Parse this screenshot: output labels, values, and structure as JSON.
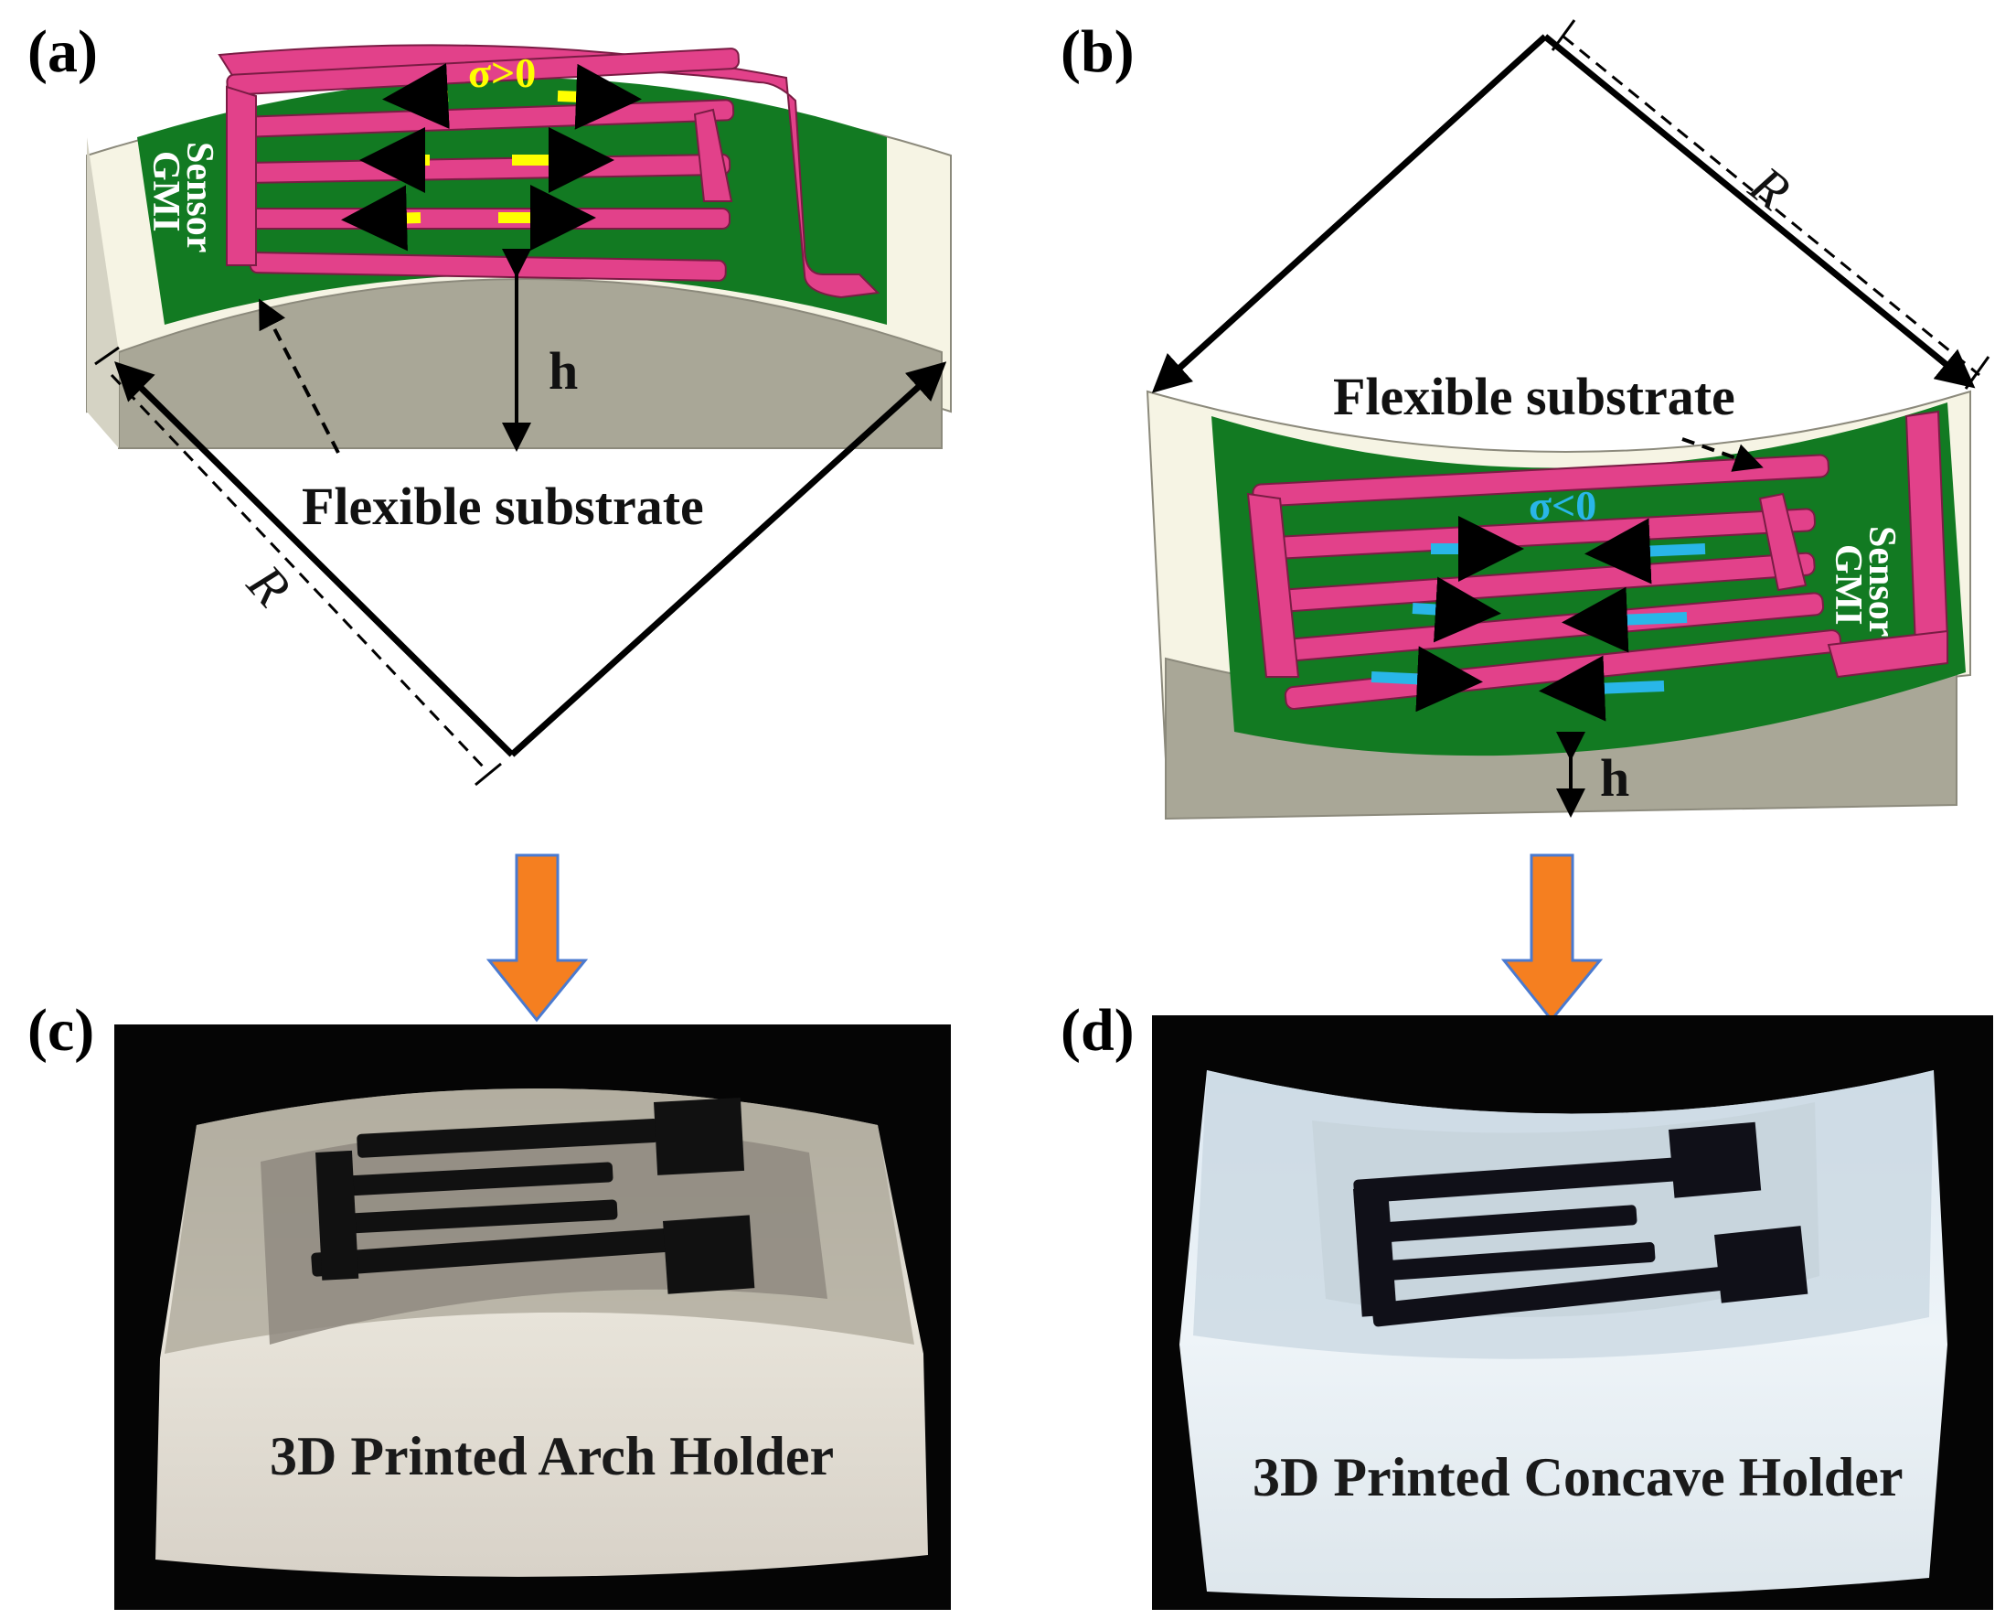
{
  "panels": {
    "a": {
      "label": "(a)",
      "stress": "σ>0",
      "sensor_line1": "GMI",
      "sensor_line2": "Sensor",
      "height_symbol": "h",
      "radius_symbol": "R",
      "substrate_label": "Flexible substrate",
      "stress_color": "#ffff00"
    },
    "b": {
      "label": "(b)",
      "stress": "σ<0",
      "sensor_line1": "GMI",
      "sensor_line2": "Sensor",
      "height_symbol": "h",
      "radius_symbol": "R",
      "substrate_label": "Flexible substrate",
      "stress_color": "#29b6e8"
    },
    "c": {
      "label": "(c)",
      "caption": "3D Printed Arch Holder"
    },
    "d": {
      "label": "(d)",
      "caption": "3D Printed Concave Holder"
    }
  },
  "colors": {
    "substrate_green": "#127a22",
    "gmi_pink": "#e2418a",
    "holder_gray": "#a9a797",
    "holder_light": "#f6f4e4",
    "down_arrow_orange": "#f57f20",
    "down_arrow_outline": "#4a7ad0"
  }
}
